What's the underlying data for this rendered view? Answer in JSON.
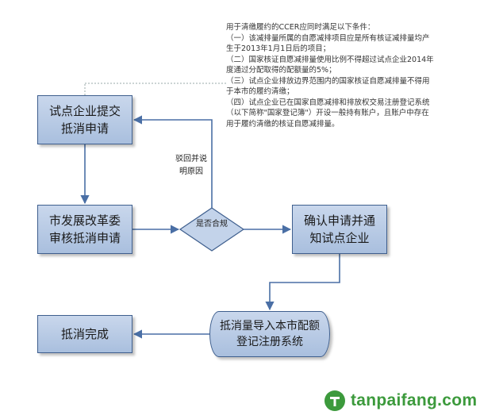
{
  "diagram": {
    "nodes": {
      "submit": "试点企业提交抵消申请",
      "review": "市发展改革委审核抵消申请",
      "decision": "是否合规",
      "confirm": "确认申请并通知试点企业",
      "import": "抵消量导入本市配额登记注册系统",
      "done": "抵消完成"
    },
    "edge_labels": {
      "reject": "驳回并说明原因"
    },
    "conditions": [
      "用于清缴履约的CCER应同时满足以下条件：",
      "（一）该减排量所属的自愿减排项目应是所有核证减排量均产生于2013年1月1日后的项目；",
      "（二）国家核证自愿减排量使用比例不得超过试点企业2014年度通过分配取得的配额量的5%；",
      "（三）试点企业排放边界范围内的国家核证自愿减排量不得用于本市的履约清缴；",
      "（四）试点企业已在国家自愿减排和排放权交易注册登记系统（以下简称\"国家登记簿\"）开设一般持有账户，且账户中存在用于履约清缴的核证自愿减排量。"
    ]
  },
  "watermark": {
    "text": "tanpaifang.com",
    "icon": "tpf-logo-icon",
    "color": "#3c9a3c"
  },
  "colors": {
    "box_fill": "#b6c8e4",
    "box_border": "#3f5f8e",
    "arrow": "#4a6fa5"
  }
}
